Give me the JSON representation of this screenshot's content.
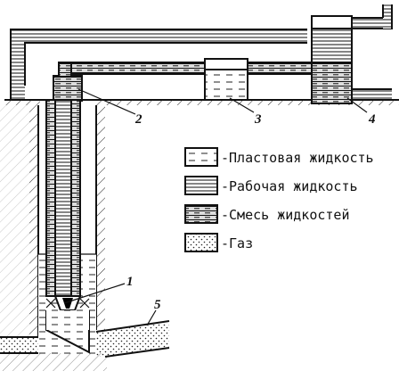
{
  "diagram": {
    "callouts": [
      {
        "id": "1",
        "text": "1"
      },
      {
        "id": "2",
        "text": "2"
      },
      {
        "id": "3",
        "text": "3"
      },
      {
        "id": "4",
        "text": "4"
      },
      {
        "id": "5",
        "text": "5"
      }
    ],
    "legend": [
      {
        "pattern": "dash-sparse",
        "text": "-Пластовая жидкость"
      },
      {
        "pattern": "dash-dense",
        "text": "-Рабочая жидкость"
      },
      {
        "pattern": "dash-mixed",
        "text": "-Смесь жидкостей"
      },
      {
        "pattern": "dots",
        "text": "-Газ"
      }
    ]
  }
}
